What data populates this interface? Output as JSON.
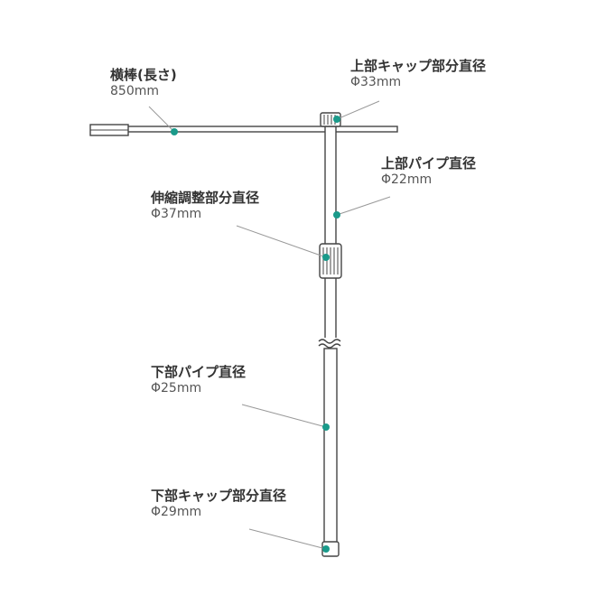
{
  "labels": {
    "crossbar": {
      "name": "横棒(長さ)",
      "value": "850mm"
    },
    "upper_cap": {
      "name": "上部キャップ部分直径",
      "value": "Φ33mm"
    },
    "upper_pipe": {
      "name": "上部パイプ直径",
      "value": "Φ22mm"
    },
    "adjuster": {
      "name": "伸縮調整部分直径",
      "value": "Φ37mm"
    },
    "lower_pipe": {
      "name": "下部パイプ直径",
      "value": "Φ25mm"
    },
    "lower_cap": {
      "name": "下部キャップ部分直径",
      "value": "Φ29mm"
    }
  },
  "colors": {
    "outline": "#444444",
    "leader": "#999999",
    "marker": "#1a9a8a"
  }
}
